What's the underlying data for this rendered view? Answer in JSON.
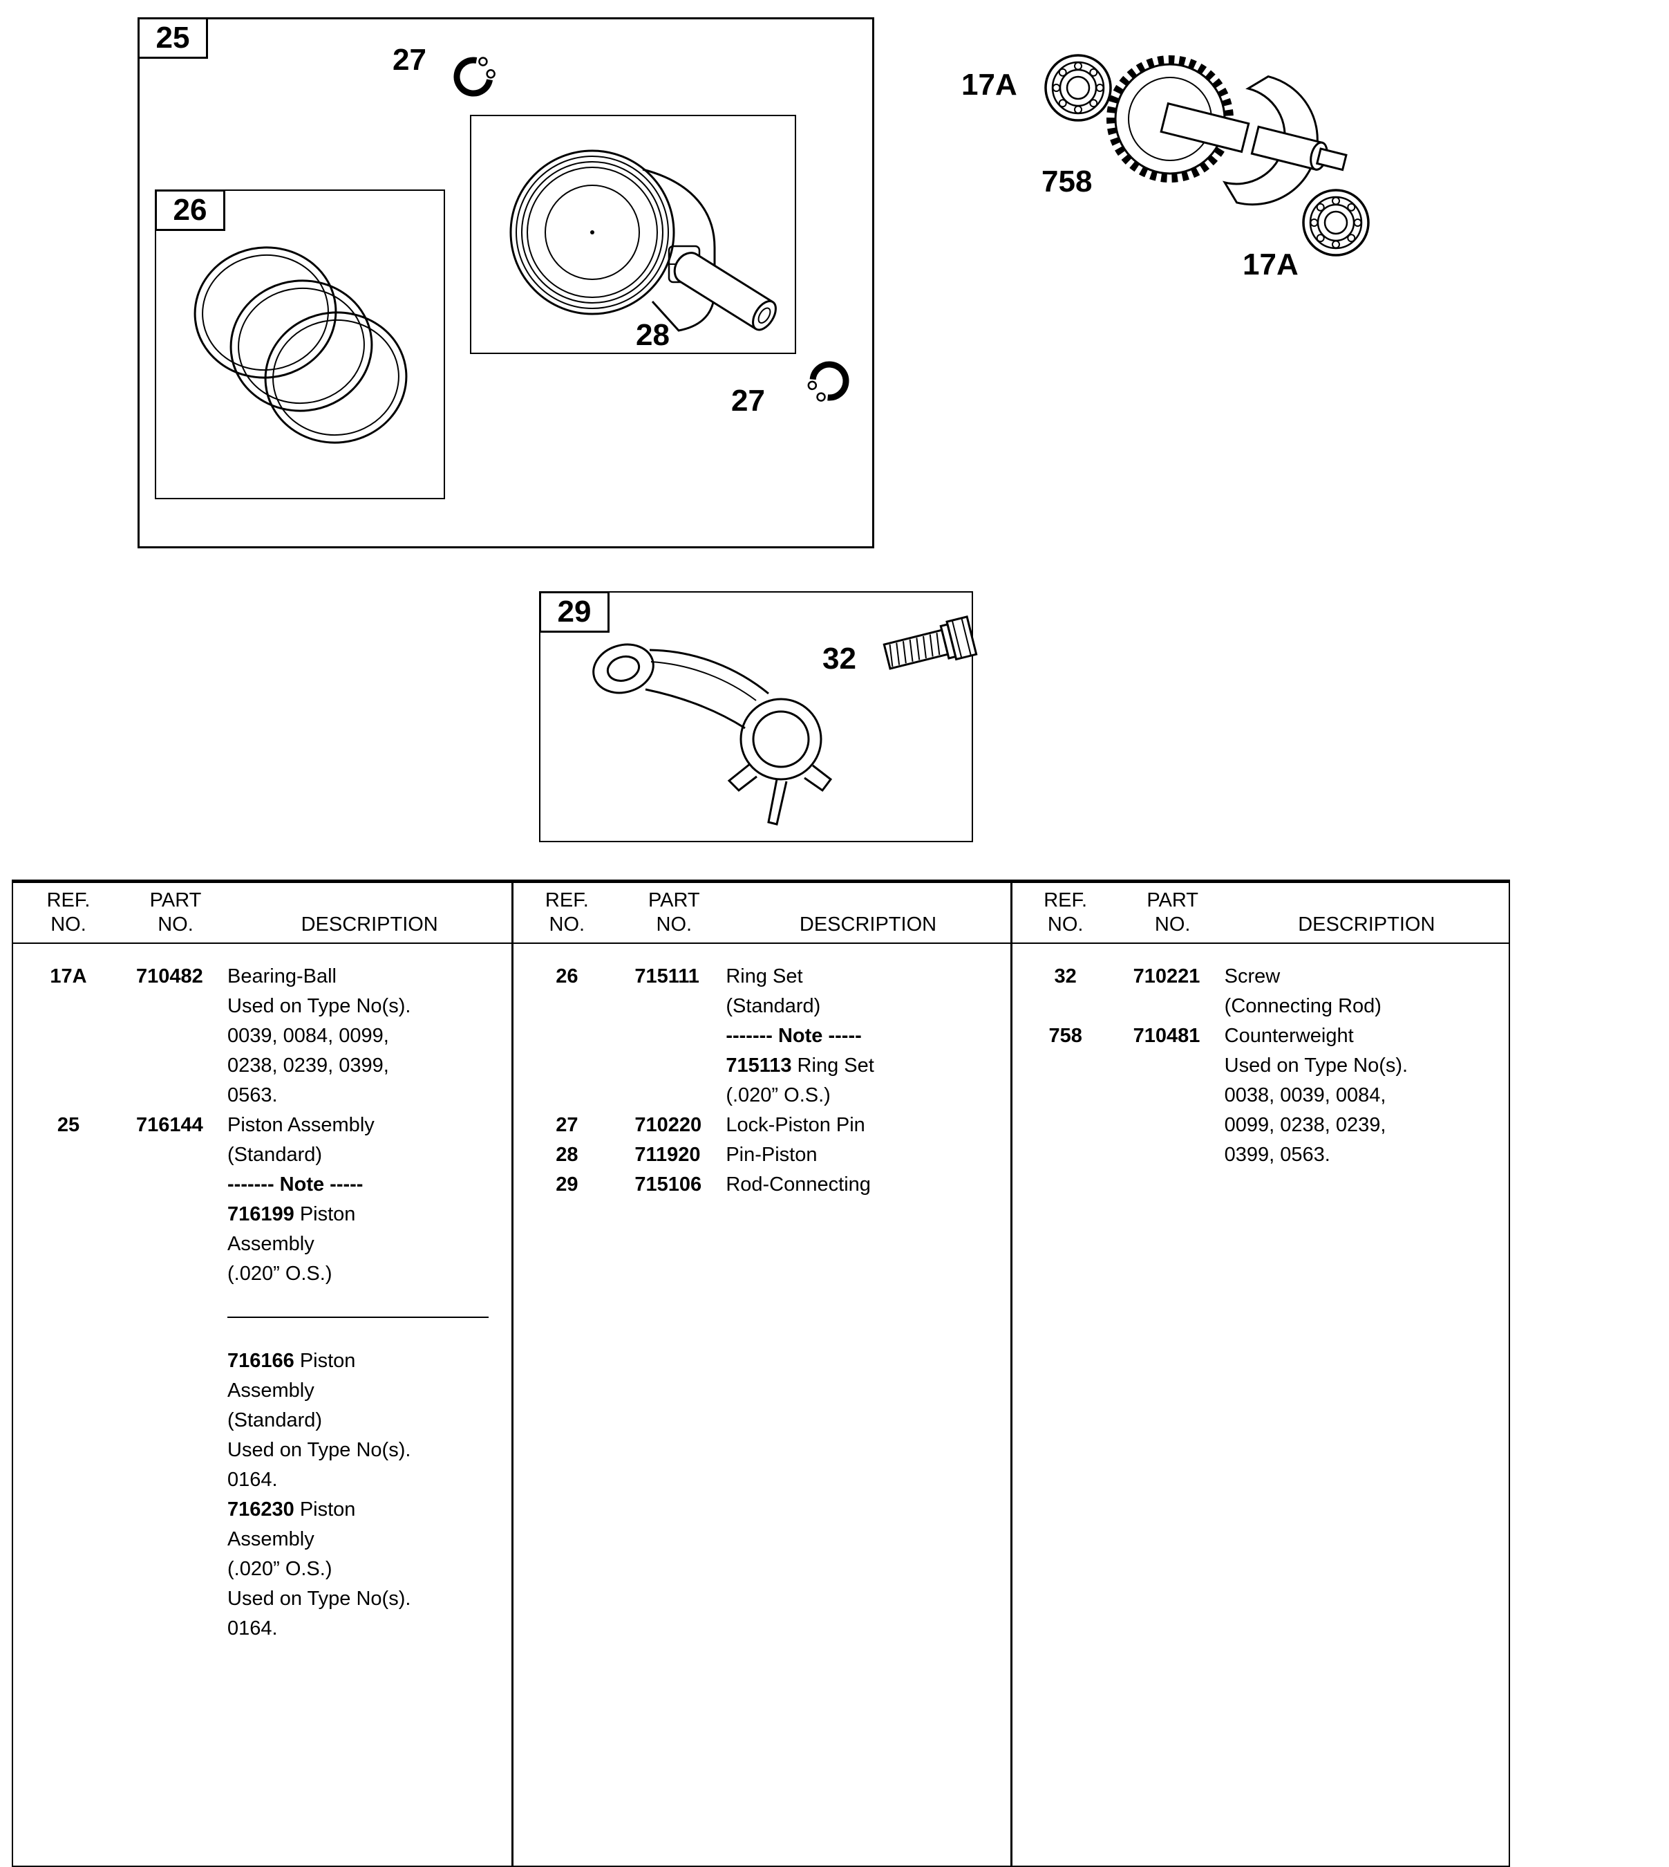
{
  "colors": {
    "ink": "#000000",
    "paper": "#ffffff"
  },
  "diagram": {
    "labels": {
      "box25": "25",
      "box26": "26",
      "box29": "29",
      "clip27_top": "27",
      "clip27_bottom": "27",
      "pin28": "28",
      "bolt32": "32",
      "bearing17a_top": "17A",
      "counterweight758": "758",
      "bearing17a_bottom": "17A"
    }
  },
  "table": {
    "headers": {
      "ref_line1": "REF.",
      "ref_line2": "NO.",
      "part_line1": "PART",
      "part_line2": "NO.",
      "desc": "DESCRIPTION"
    },
    "columns": [
      {
        "entries": [
          {
            "ref": "17A",
            "part": "710482",
            "lines": [
              {
                "text": "Bearing-Ball"
              },
              {
                "text": "Used on Type No(s)."
              },
              {
                "text": "0039, 0084, 0099,"
              },
              {
                "text": "0238, 0239, 0399,"
              },
              {
                "text": "0563."
              }
            ]
          },
          {
            "ref": "25",
            "part": "716144",
            "lines": [
              {
                "text": "Piston Assembly"
              },
              {
                "text": "(Standard)"
              },
              {
                "text": "------- Note -----",
                "bold": true
              },
              {
                "segments": [
                  {
                    "text": "716199",
                    "bold": true
                  },
                  {
                    "text": " Piston"
                  }
                ]
              },
              {
                "text": "Assembly"
              },
              {
                "text": "(.020” O.S.)"
              },
              {
                "rule": true
              },
              {
                "segments": [
                  {
                    "text": "716166",
                    "bold": true
                  },
                  {
                    "text": " Piston"
                  }
                ]
              },
              {
                "text": "Assembly"
              },
              {
                "text": "(Standard)"
              },
              {
                "text": "Used on Type No(s)."
              },
              {
                "text": "0164."
              },
              {
                "segments": [
                  {
                    "text": "716230",
                    "bold": true
                  },
                  {
                    "text": " Piston"
                  }
                ]
              },
              {
                "text": "Assembly"
              },
              {
                "text": "(.020” O.S.)"
              },
              {
                "text": "Used on Type No(s)."
              },
              {
                "text": "0164."
              }
            ]
          }
        ]
      },
      {
        "entries": [
          {
            "ref": "26",
            "part": "715111",
            "lines": [
              {
                "text": "Ring Set"
              },
              {
                "text": "(Standard)"
              },
              {
                "text": "------- Note -----",
                "bold": true
              },
              {
                "segments": [
                  {
                    "text": "715113",
                    "bold": true
                  },
                  {
                    "text": " Ring Set"
                  }
                ]
              },
              {
                "text": "(.020” O.S.)"
              }
            ]
          },
          {
            "ref": "27",
            "part": "710220",
            "lines": [
              {
                "text": "Lock-Piston Pin"
              }
            ]
          },
          {
            "ref": "28",
            "part": "711920",
            "lines": [
              {
                "text": "Pin-Piston"
              }
            ]
          },
          {
            "ref": "29",
            "part": "715106",
            "lines": [
              {
                "text": "Rod-Connecting"
              }
            ]
          }
        ]
      },
      {
        "entries": [
          {
            "ref": "32",
            "part": "710221",
            "lines": [
              {
                "text": "Screw"
              },
              {
                "text": "(Connecting Rod)"
              }
            ]
          },
          {
            "ref": "758",
            "part": "710481",
            "lines": [
              {
                "text": "Counterweight"
              },
              {
                "text": "Used on Type No(s)."
              },
              {
                "text": "0038, 0039, 0084,"
              },
              {
                "text": "0099, 0238, 0239,"
              },
              {
                "text": "0399, 0563."
              }
            ]
          }
        ]
      }
    ]
  }
}
